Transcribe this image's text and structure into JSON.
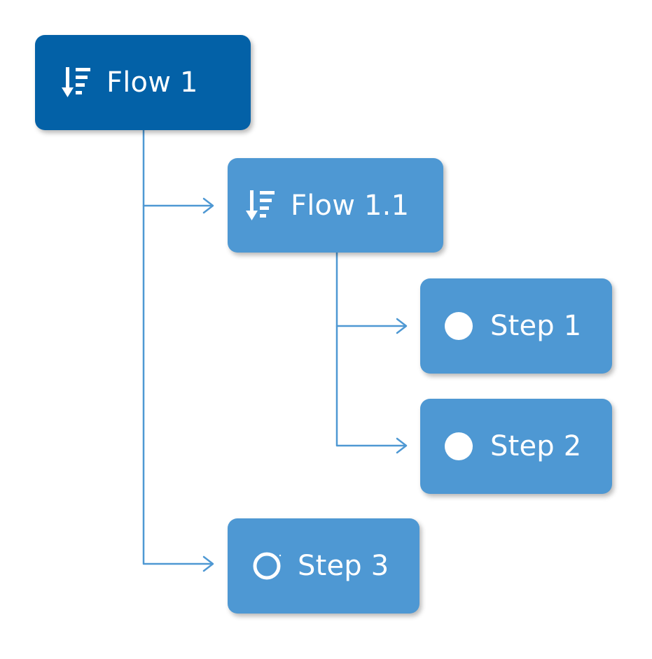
{
  "colors": {
    "root_node": "#0361a7",
    "child_node": "#4e98d3",
    "connector": "#4e98d3",
    "text": "#ffffff"
  },
  "nodes": {
    "flow_1": {
      "label": "Flow 1",
      "icon": "sort-descending-icon"
    },
    "flow_1_1": {
      "label": "Flow 1.1",
      "icon": "sort-descending-icon"
    },
    "step_1": {
      "label": "Step 1",
      "icon": "filled-circle-icon"
    },
    "step_2": {
      "label": "Step 2",
      "icon": "filled-circle-icon"
    },
    "step_3": {
      "label": "Step 3",
      "icon": "open-circle-icon"
    }
  }
}
